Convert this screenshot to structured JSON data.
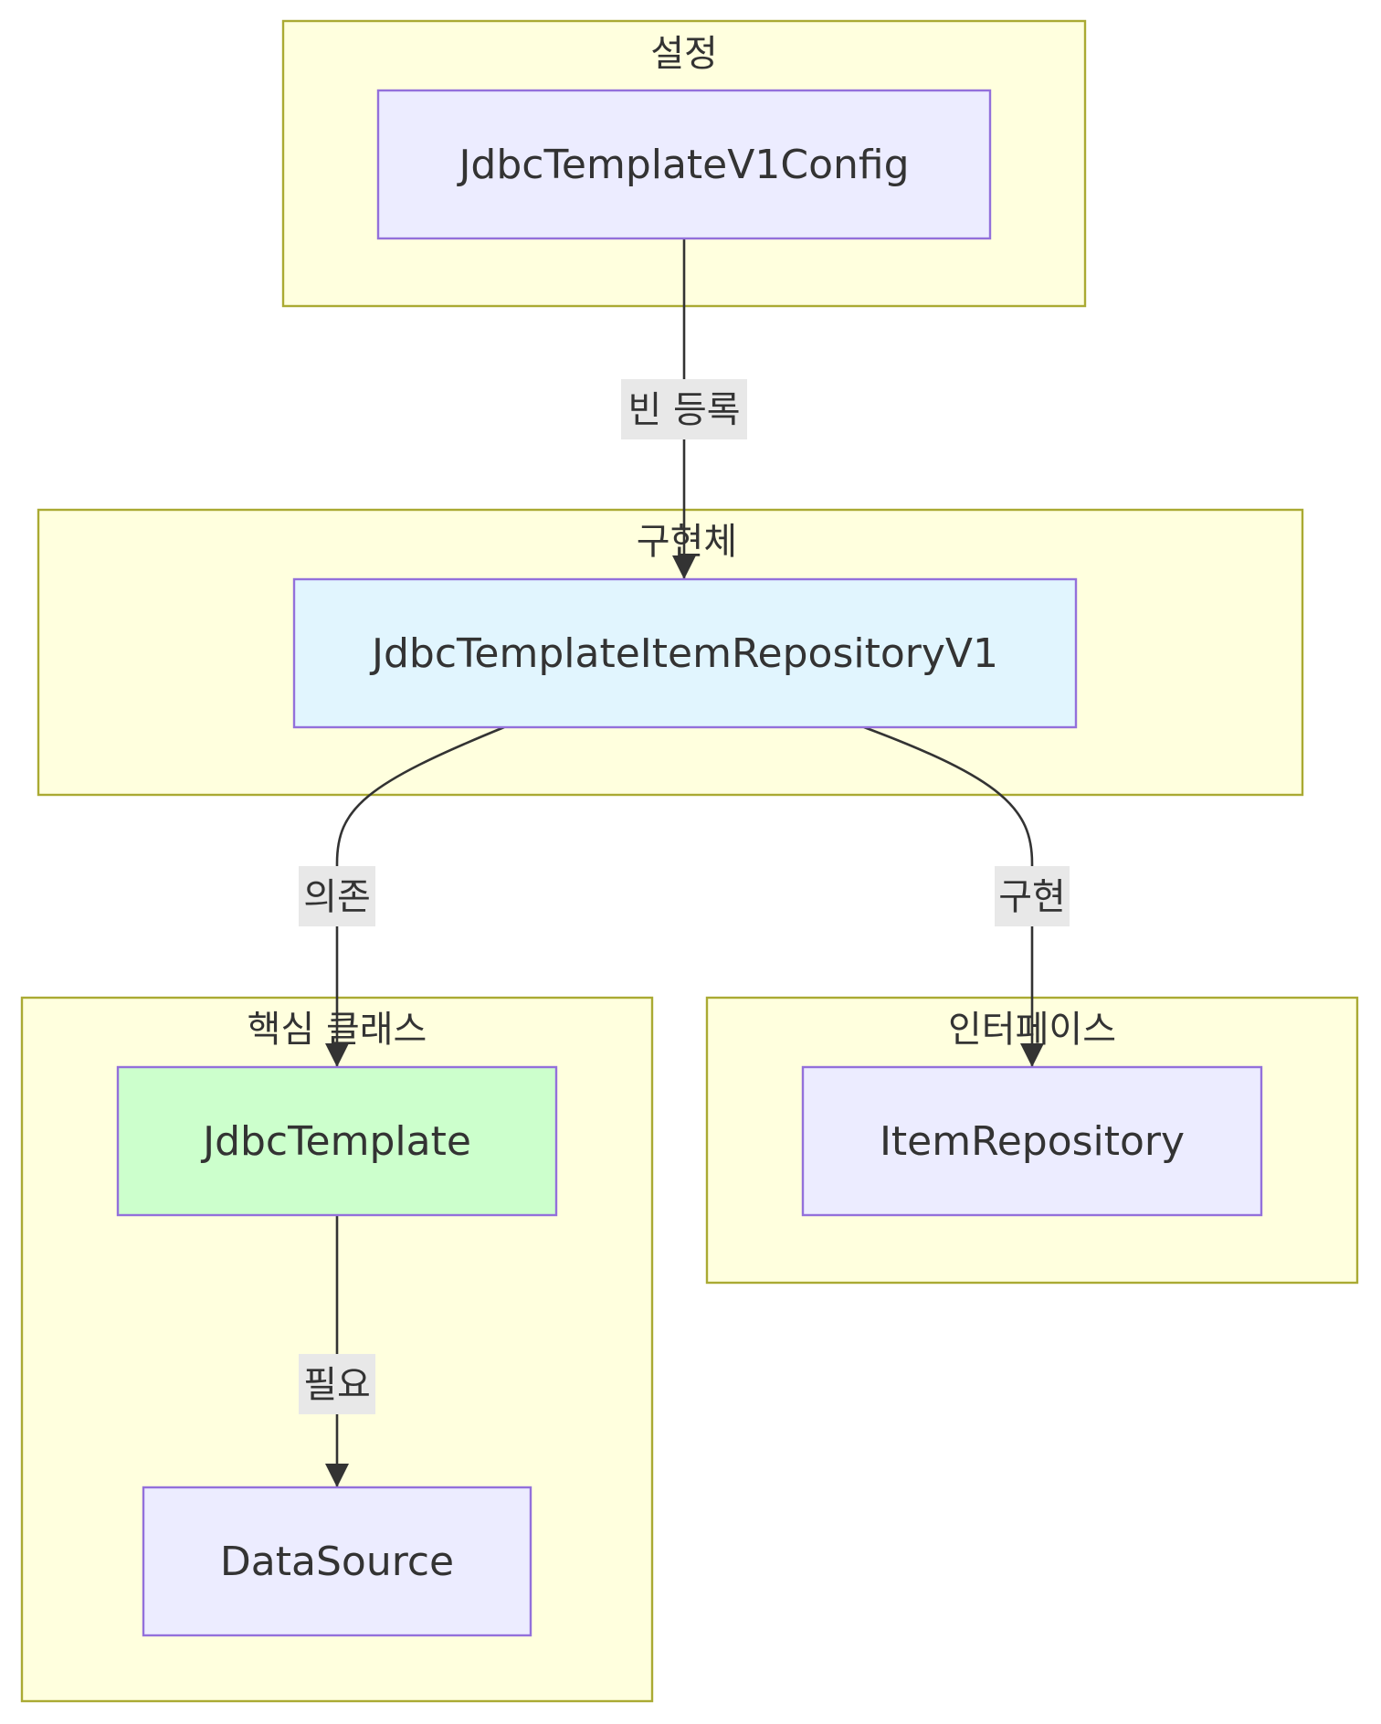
{
  "clusters": {
    "config": {
      "label": "설정",
      "fill": "#ffffde",
      "stroke": "#aaaa33"
    },
    "impl": {
      "label": "구현체",
      "fill": "#ffffde",
      "stroke": "#aaaa33"
    },
    "core": {
      "label": "핵심 클래스",
      "fill": "#ffffde",
      "stroke": "#aaaa33"
    },
    "iface": {
      "label": "인터페이스",
      "fill": "#ffffde",
      "stroke": "#aaaa33"
    }
  },
  "nodes": {
    "config": {
      "label": "JdbcTemplateV1Config",
      "fill": "#ececff"
    },
    "impl": {
      "label": "JdbcTemplateItemRepositoryV1",
      "fill": "#e1f5fe"
    },
    "jdbc": {
      "label": "JdbcTemplate",
      "fill": "#ccffcc"
    },
    "datasource": {
      "label": "DataSource",
      "fill": "#ececff"
    },
    "repo": {
      "label": "ItemRepository",
      "fill": "#ececff"
    }
  },
  "edges": {
    "register": {
      "label": "빈 등록",
      "from": "JdbcTemplateV1Config",
      "to": "JdbcTemplateItemRepositoryV1"
    },
    "depends": {
      "label": "의존",
      "from": "JdbcTemplateItemRepositoryV1",
      "to": "JdbcTemplate"
    },
    "implements": {
      "label": "구현",
      "from": "JdbcTemplateItemRepositoryV1",
      "to": "ItemRepository"
    },
    "requires": {
      "label": "필요",
      "from": "JdbcTemplate",
      "to": "DataSource"
    }
  },
  "colors": {
    "edge": "#333333",
    "node_stroke": "#9370db",
    "edge_label_bg": "#e8e8e8",
    "text": "#333333"
  }
}
